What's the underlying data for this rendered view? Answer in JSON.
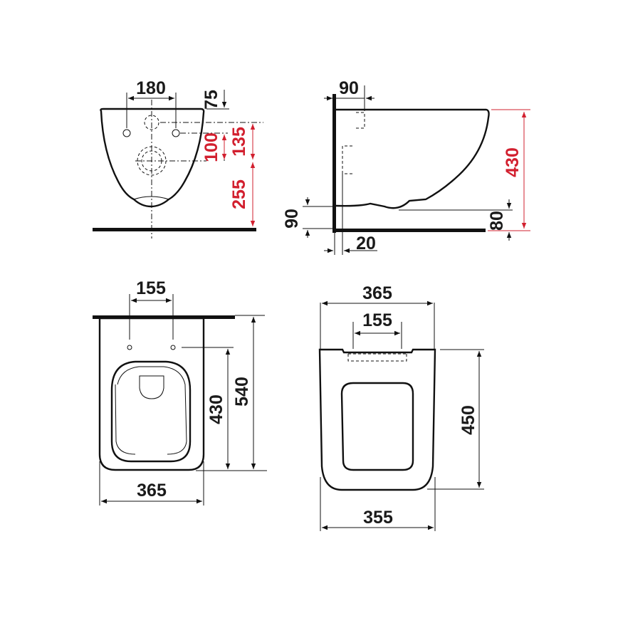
{
  "colors": {
    "line": "#111111",
    "accent_red": "#d2202f",
    "background": "#ffffff"
  },
  "views": {
    "front": {
      "dim_bolt_spacing": "180",
      "dim_top_to_bolt": "75",
      "dim_bolt_to_outlet": "100",
      "dim_inlet_to_outlet": "135",
      "dim_outlet_to_floor": "255"
    },
    "side": {
      "dim_wall_offset": "90",
      "dim_height": "430",
      "dim_floor_gap": "90",
      "dim_outlet_height": "80",
      "dim_wall_thickness": "20"
    },
    "top": {
      "dim_bolt_spacing": "155",
      "dim_bolt_to_front": "430",
      "dim_length": "540",
      "dim_width": "365"
    },
    "seat": {
      "dim_width_top": "365",
      "dim_hinge_spacing": "155",
      "dim_length": "450",
      "dim_width_bottom": "355"
    }
  }
}
